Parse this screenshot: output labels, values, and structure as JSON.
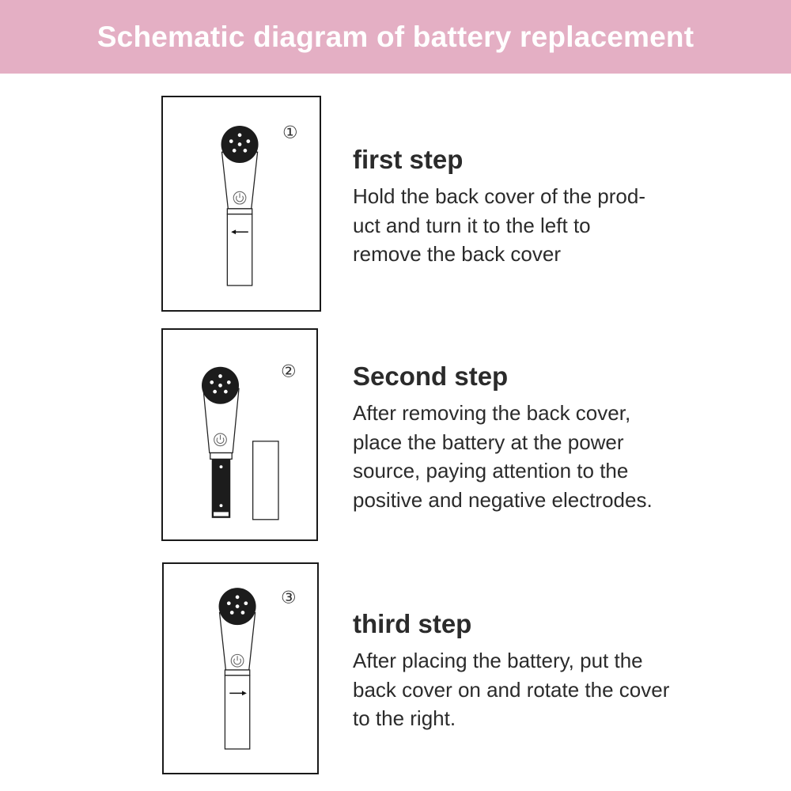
{
  "banner": {
    "title": "Schematic diagram of battery replacement",
    "color": "#e4afc4"
  },
  "steps": [
    {
      "number_glyph": "①",
      "heading": "first step",
      "lines": [
        "Hold the back cover of the prod-",
        "uct and turn it to the left to",
        "remove the back cover"
      ],
      "arrow": "left"
    },
    {
      "number_glyph": "②",
      "heading": "Second step",
      "lines": [
        "After removing the back cover,",
        "place the battery at the power",
        "source, paying attention to the",
        "positive and negative electrodes."
      ],
      "arrow": "none"
    },
    {
      "number_glyph": "③",
      "heading": "third step",
      "lines": [
        "After placing the battery, put the",
        "back cover on and rotate the cover",
        "to the right."
      ],
      "arrow": "right"
    }
  ],
  "icons": {
    "power": "power-icon",
    "arrow_left": "arrow-left-icon",
    "arrow_right": "arrow-right-icon"
  }
}
